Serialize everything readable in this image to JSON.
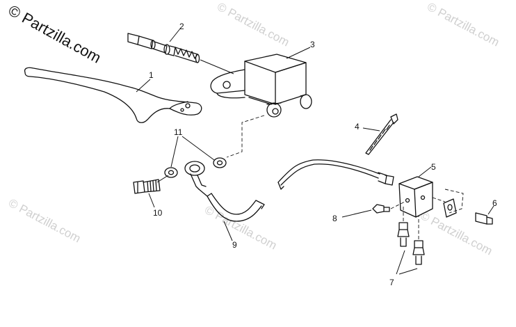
{
  "watermark": {
    "brand": "© Partzilla.com",
    "faint": "© Partzilla.com"
  },
  "callouts": {
    "lever": "1",
    "cable": "2",
    "master_cylinder": "3",
    "cable_tie": "4",
    "junction_block": "5",
    "block_bolt": "6",
    "fittings": "7",
    "bleeder_screw": "8",
    "brake_hose": "9",
    "banjo_bolt": "10",
    "washers": "11"
  }
}
